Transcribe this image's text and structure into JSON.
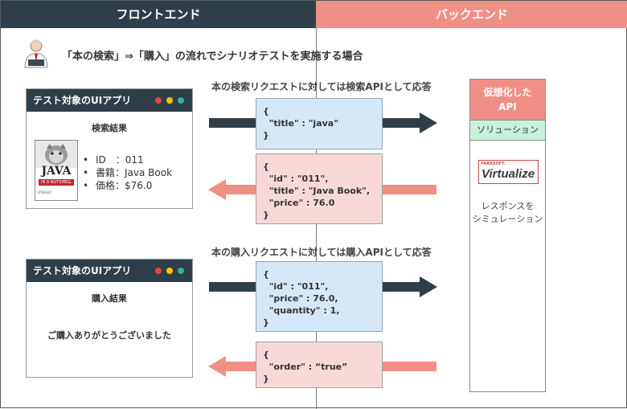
{
  "headers": {
    "frontend": "フロントエンド",
    "backend": "バックエンド"
  },
  "scenario": "「本の検索」⇒「購入」の流れでシナリオテストを実施する場合",
  "search": {
    "section_title": "本の検索リクエストに対しては検索APIとして応答",
    "app_title": "テスト対象のUIアプリ",
    "result_title": "検索結果",
    "book": {
      "title": "JAVA",
      "subtitle": "IN A NUTSHELL",
      "publisher": "O'REILLY"
    },
    "attributes": [
      {
        "bullet": "•",
        "text": "ID　：011"
      },
      {
        "bullet": "•",
        "text": "書籍：Java Book"
      },
      {
        "bullet": "•",
        "text": "価格：$76.0"
      }
    ],
    "request": "{\n  \"title\" : \"java\"\n}",
    "response": "{\n  \"id\" : \"011\",\n  \"title\" : \"Java Book\",\n  \"price\" : 76.0\n}"
  },
  "purchase": {
    "section_title": "本の購入リクエストに対しては購入APIとして応答",
    "app_title": "テスト対象のUIアプリ",
    "result_title": "購入結果",
    "message": "ご購入ありがとうございました",
    "request": "{\n  \"id\" : \"011\",\n  \"price\" : 76.0,\n  \"quantity\" : 1,\n}",
    "response": "{\n  \"order\" : “true”\n}"
  },
  "virtualized": {
    "title_line1": "仮想化した",
    "title_line2": "API",
    "solution_label": "ソリューション",
    "logo_small": "PARASOFT.",
    "logo_name": "Virtualize",
    "desc_line1": "レスポンスを",
    "desc_line2": "シミュレーション"
  },
  "colors": {
    "dark": "#2f3f4a",
    "salmon": "#f08f86",
    "request_bg": "#d5e8f7",
    "response_bg": "#f9d9d7",
    "solution_bg": "#c8f1dc",
    "dot_red": "#e8453c",
    "dot_yellow": "#f5c400",
    "dot_green": "#2fb59a"
  }
}
